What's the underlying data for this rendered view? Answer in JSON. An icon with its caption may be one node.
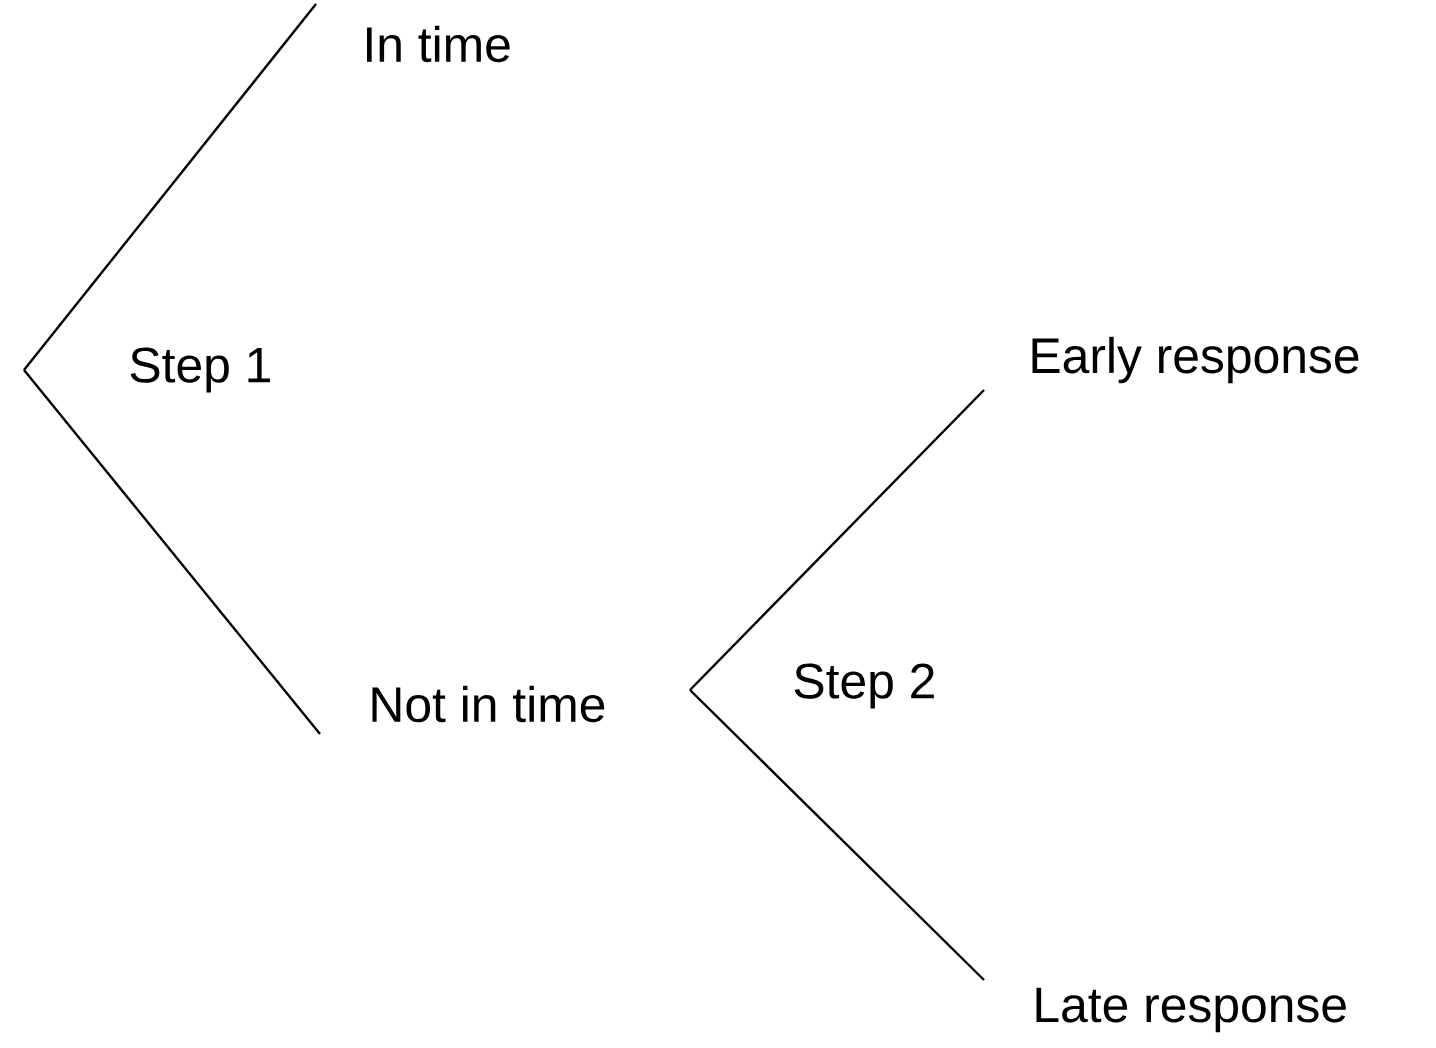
{
  "diagram": {
    "nodes": [
      {
        "text": [
          "In time"
        ]
      },
      {
        "text": [
          "Not in time"
        ]
      },
      {
        "text": [
          "Early response"
        ]
      },
      {
        "text": [
          "Late response"
        ]
      }
    ],
    "edges": [
      {
        "from": null,
        "to": 0,
        "arrow": "none"
      },
      {
        "from": null,
        "to": 1,
        "arrow": "none"
      },
      {
        "from": 1,
        "to": 2,
        "arrow": "none"
      },
      {
        "from": 1,
        "to": 3,
        "arrow": "none"
      }
    ],
    "labels": [
      "Step 1",
      "Step 2"
    ]
  }
}
